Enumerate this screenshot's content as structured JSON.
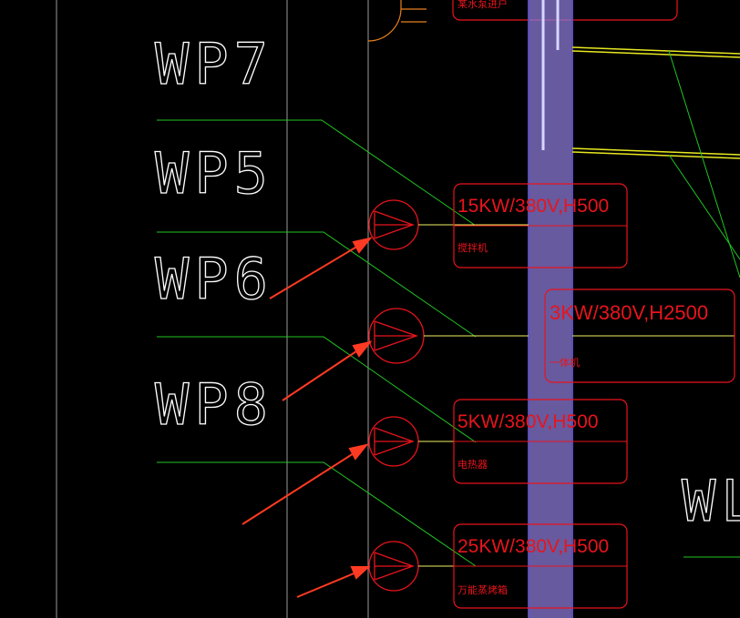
{
  "drawing": {
    "top_partial_label": "某水泵进户",
    "circuits": [
      {
        "id": "WP7",
        "label": "WP7"
      },
      {
        "id": "WP5",
        "label": "WP5"
      },
      {
        "id": "WP6",
        "label": "WP6"
      },
      {
        "id": "WP8",
        "label": "WP8"
      }
    ],
    "right_partial_label": "WL",
    "equipment": [
      {
        "spec": "15KW/380V,H500",
        "name": "搅拌机"
      },
      {
        "spec": "3KW/380V,H2500",
        "name": "一体机"
      },
      {
        "spec": "5KW/380V,H500",
        "name": "电热器"
      },
      {
        "spec": "25KW/380V,H500",
        "name": "万能蒸烤箱"
      }
    ],
    "colors": {
      "background": "#000000",
      "wire": "#22c522",
      "equipment": "#e8141c",
      "leader": "#f0f060",
      "bus_fill": "#8a78d4",
      "bus_edge": "#5a4db8",
      "grid": "#9a9a9a",
      "arrow": "#ff3a22",
      "cable": "#e8e820"
    }
  }
}
